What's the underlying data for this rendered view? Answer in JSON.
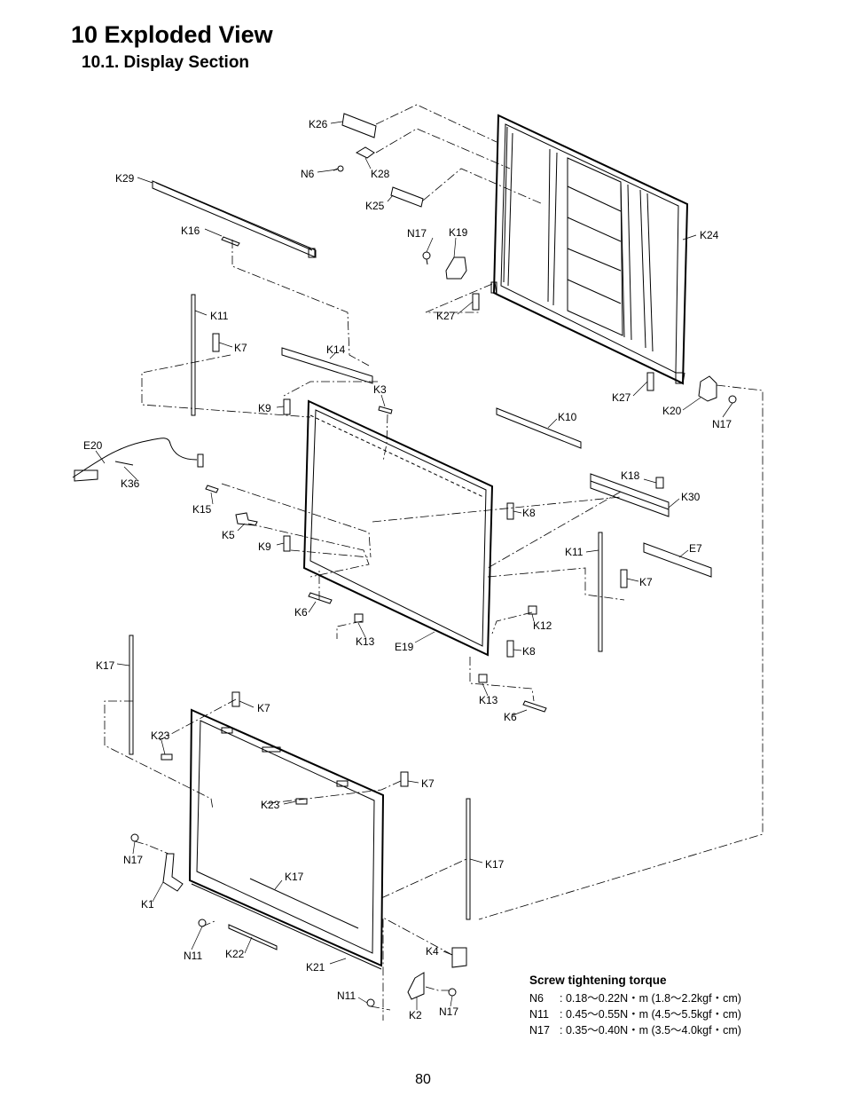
{
  "heading": {
    "title": "10  Exploded View",
    "subtitle": "10.1.  Display Section"
  },
  "labels": {
    "K26": "K26",
    "K28": "K28",
    "N6": "N6",
    "K25": "K25",
    "K29": "K29",
    "K16": "K16",
    "N17": "N17",
    "K19": "K19",
    "K24": "K24",
    "K27": "K27",
    "K11": "K11",
    "K7": "K7",
    "K14": "K14",
    "K3": "K3",
    "K9": "K9",
    "K20": "K20",
    "K10": "K10",
    "E20": "E20",
    "K36": "K36",
    "K15": "K15",
    "K5": "K5",
    "K8": "K8",
    "K18": "K18",
    "K30": "K30",
    "E7": "E7",
    "K6": "K6",
    "K13": "K13",
    "E19": "E19",
    "K12": "K12",
    "K17": "K17",
    "K23": "K23",
    "K1": "K1",
    "N11": "N11",
    "K22": "K22",
    "K21": "K21",
    "K4": "K4",
    "K2": "K2"
  },
  "torque": {
    "title": "Screw tightening torque",
    "rows": [
      {
        "screw": "N6",
        "value": ": 0.18～0.22N・m (1.8～2.2kgf・cm)"
      },
      {
        "screw": "N11",
        "value": ": 0.45～0.55N・m (4.5～5.5kgf・cm)"
      },
      {
        "screw": "N17",
        "value": ": 0.35～0.40N・m (3.5～4.0kgf・cm)"
      }
    ]
  },
  "page_number": "80"
}
